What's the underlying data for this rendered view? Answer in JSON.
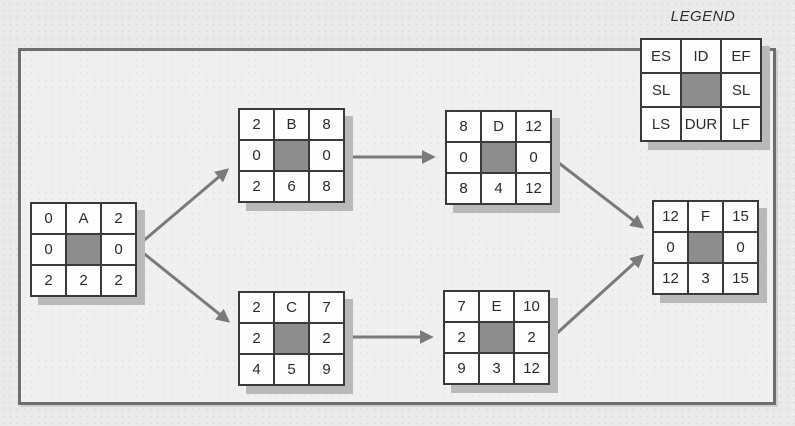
{
  "diagram_type": "project-network-diagram",
  "legend": {
    "title": "LEGEND",
    "cells": {
      "es": "ES",
      "id": "ID",
      "ef": "EF",
      "sl_left": "SL",
      "sl_right": "SL",
      "ls": "LS",
      "dur": "DUR",
      "lf": "LF"
    }
  },
  "nodes": [
    {
      "id": "A",
      "es": "0",
      "ef": "2",
      "sl_left": "0",
      "sl_right": "0",
      "ls": "2",
      "dur": "2",
      "lf": "2"
    },
    {
      "id": "B",
      "es": "2",
      "ef": "8",
      "sl_left": "0",
      "sl_right": "0",
      "ls": "2",
      "dur": "6",
      "lf": "8"
    },
    {
      "id": "C",
      "es": "2",
      "ef": "7",
      "sl_left": "2",
      "sl_right": "2",
      "ls": "4",
      "dur": "5",
      "lf": "9"
    },
    {
      "id": "D",
      "es": "8",
      "ef": "12",
      "sl_left": "0",
      "sl_right": "0",
      "ls": "8",
      "dur": "4",
      "lf": "12"
    },
    {
      "id": "E",
      "es": "7",
      "ef": "10",
      "sl_left": "2",
      "sl_right": "2",
      "ls": "9",
      "dur": "3",
      "lf": "12"
    },
    {
      "id": "F",
      "es": "12",
      "ef": "15",
      "sl_left": "0",
      "sl_right": "0",
      "ls": "12",
      "dur": "3",
      "lf": "15"
    }
  ],
  "edges": [
    {
      "from": "A",
      "to": "B"
    },
    {
      "from": "A",
      "to": "C"
    },
    {
      "from": "B",
      "to": "D"
    },
    {
      "from": "C",
      "to": "E"
    },
    {
      "from": "D",
      "to": "F"
    },
    {
      "from": "E",
      "to": "F"
    }
  ],
  "colors": {
    "background": "#eaeaea",
    "frame_border": "#6e6e6e",
    "cell_fill": "#fdfdfd",
    "cell_border": "#3a3a3a",
    "center_cell": "#8d8d8d",
    "shadow": "#b9b9b9",
    "arrow": "#7a7a7a",
    "text": "#2b2b2b"
  }
}
